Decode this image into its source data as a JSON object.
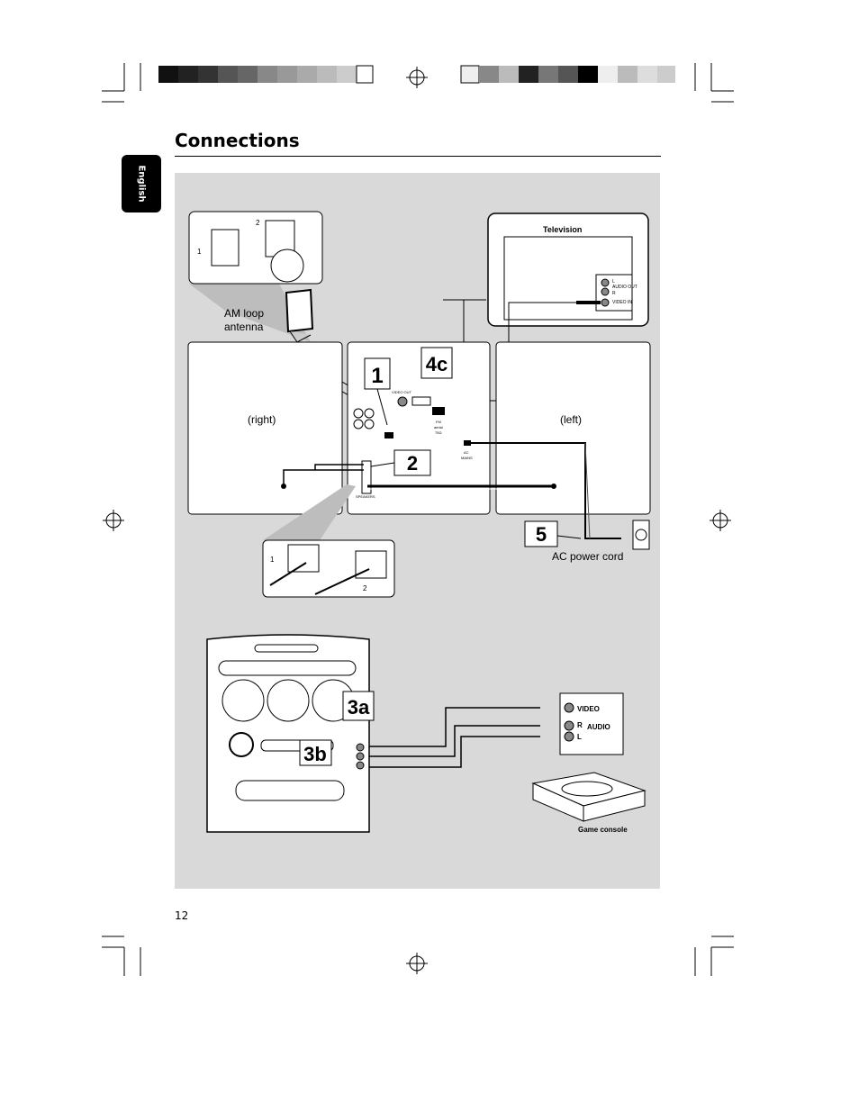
{
  "page": {
    "title": "Connections",
    "side_tab": "English",
    "page_number": "12"
  },
  "diagram": {
    "tv_label": "Television",
    "tv_audio_l": "L",
    "tv_audio_out": "AUDIO OUT",
    "tv_audio_r": "R",
    "tv_video_in": "VIDEO IN",
    "am_label_line1": "AM loop",
    "am_label_line2": "antenna",
    "speaker_right": "(right)",
    "speaker_left": "(left)",
    "step_1": "1",
    "step_2": "2",
    "step_4c": "4c",
    "step_5": "5",
    "step_3a": "3a",
    "step_3b": "3b",
    "circle_1": "1",
    "circle_2": "2",
    "ac_cord": "AC power cord",
    "video_out": "VIDEO OUT",
    "fm_line1": "FM",
    "fm_line2": "aerial",
    "fm_line3": "75Ω",
    "ac_mains_line1": "AC",
    "ac_mains_line2": "MAINS",
    "speakers_label": "SPEAKERS",
    "game_video": "VIDEO",
    "game_r": "R",
    "game_audio": "AUDIO",
    "game_l": "L",
    "game_console": "Game console"
  },
  "colors": {
    "panel": "#d9d9d9",
    "black": "#000000",
    "white": "#ffffff"
  }
}
